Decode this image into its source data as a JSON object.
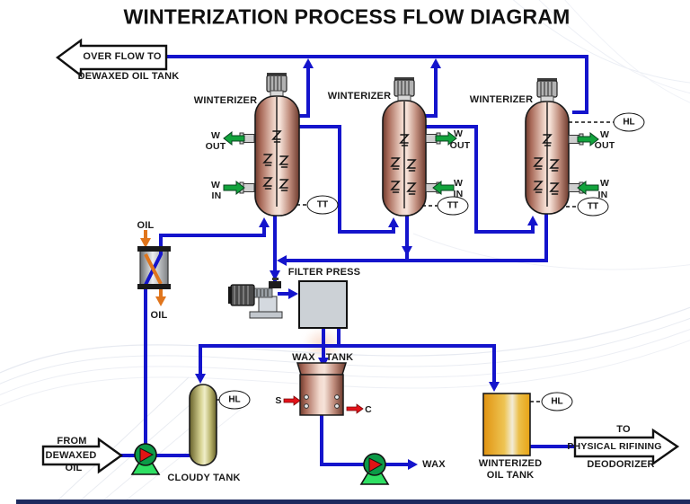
{
  "title": "WINTERIZATION PROCESS FLOW DIAGRAM",
  "arrows": {
    "overflow": {
      "line1": "OVER FLOW TO",
      "line2": "DEWAXED OIL TANK"
    },
    "feed": {
      "line1": "FROM",
      "line2": "DEWAXED",
      "line3": "OIL"
    },
    "outlet": {
      "line1": "TO",
      "line2": "PHYSICAL RIFINING",
      "line3": "DEODORIZER"
    }
  },
  "equipment": {
    "winterizer": "WINTERIZER",
    "filter_press": "FILTER PRESS",
    "wax_tank_word1": "WAX",
    "wax_tank_word2": "TANK",
    "cloudy_tank": "CLOUDY TANK",
    "winterized_tank_line1": "WINTERIZED",
    "winterized_tank_line2": "OIL TANK"
  },
  "streams": {
    "w": "W",
    "out": "OUT",
    "in": "IN",
    "oil_in": "OIL",
    "oil_out": "OIL",
    "s": "S",
    "c": "C",
    "wax_out": "WAX"
  },
  "instruments": {
    "tt": "TT",
    "hl": "HL"
  },
  "colors": {
    "pipe": "#1414cc",
    "water_arrow": "#12a33c",
    "steam_arrow": "#e31219",
    "oil_arrow": "#e0751c",
    "vessel_dark": "#6e3b2e",
    "vessel_light": "#f4ddd3",
    "cloudy_dark": "#66602a",
    "cloudy_light": "#f0eec9",
    "gold_dark": "#e09310",
    "gold_light": "#f2ecd7",
    "footer_bar": "#1d2a5e"
  }
}
